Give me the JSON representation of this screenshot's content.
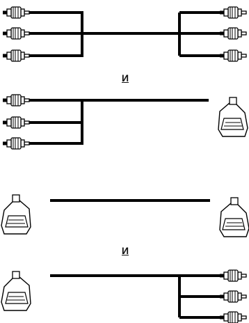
{
  "separators": {
    "first": "И",
    "second": "И"
  },
  "cables": [
    {
      "id": "cable-rca-to-rca",
      "left": "rca-x3",
      "right": "rca-x3"
    },
    {
      "id": "cable-rca-to-scart",
      "left": "rca-x3",
      "right": "scart"
    },
    {
      "id": "cable-scart-to-scart",
      "left": "scart",
      "right": "scart"
    },
    {
      "id": "cable-scart-to-rca",
      "left": "scart",
      "right": "rca-x3"
    }
  ],
  "colors": {
    "line": "#000000",
    "fill": "#ffffff"
  }
}
